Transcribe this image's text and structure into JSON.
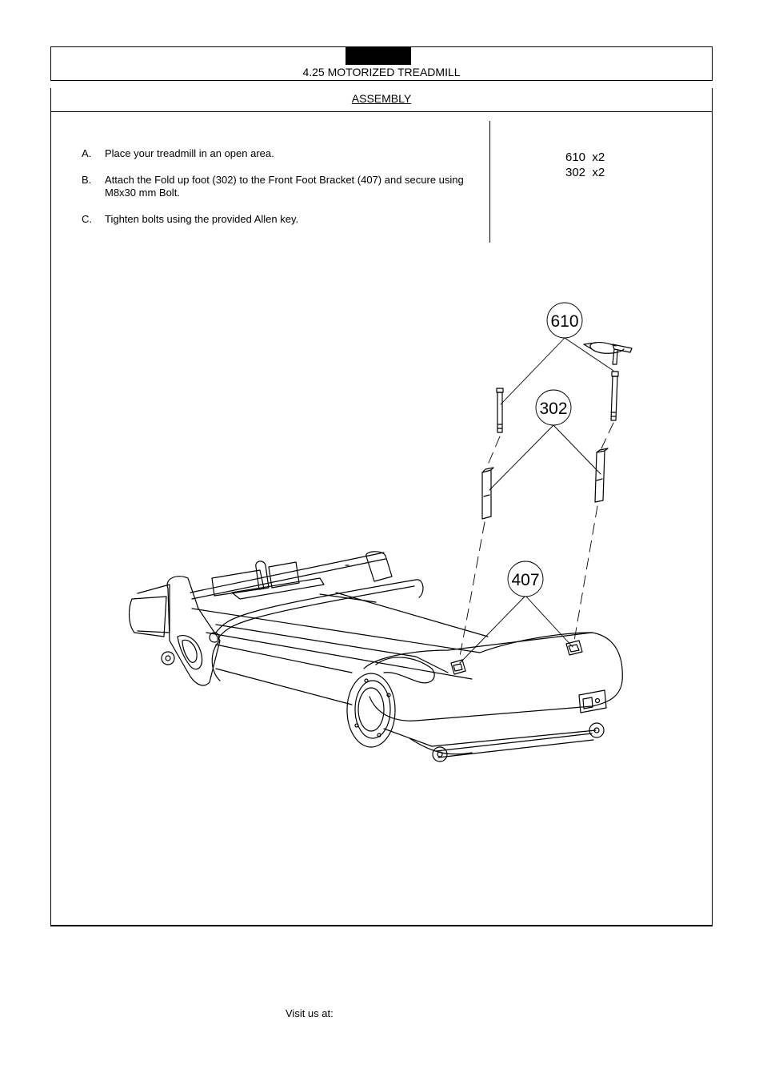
{
  "header": {
    "title": "4.25 MOTORIZED TREADMILL"
  },
  "section": {
    "title": "ASSEMBLY"
  },
  "steps": [
    {
      "letter": "A.",
      "text": "Place your treadmill in an open area."
    },
    {
      "letter": "B.",
      "text": "Attach the Fold up foot (302) to the Front Foot Bracket (407) and secure using M8x30 mm Bolt."
    },
    {
      "letter": "C.",
      "text": "Tighten bolts using the provided Allen key."
    }
  ],
  "parts": [
    {
      "label": "610  x2"
    },
    {
      "label": "302  x2"
    }
  ],
  "callouts": {
    "bolt": "610",
    "foot": "302",
    "bracket": "407"
  },
  "footer": {
    "text": "Visit us at:"
  }
}
